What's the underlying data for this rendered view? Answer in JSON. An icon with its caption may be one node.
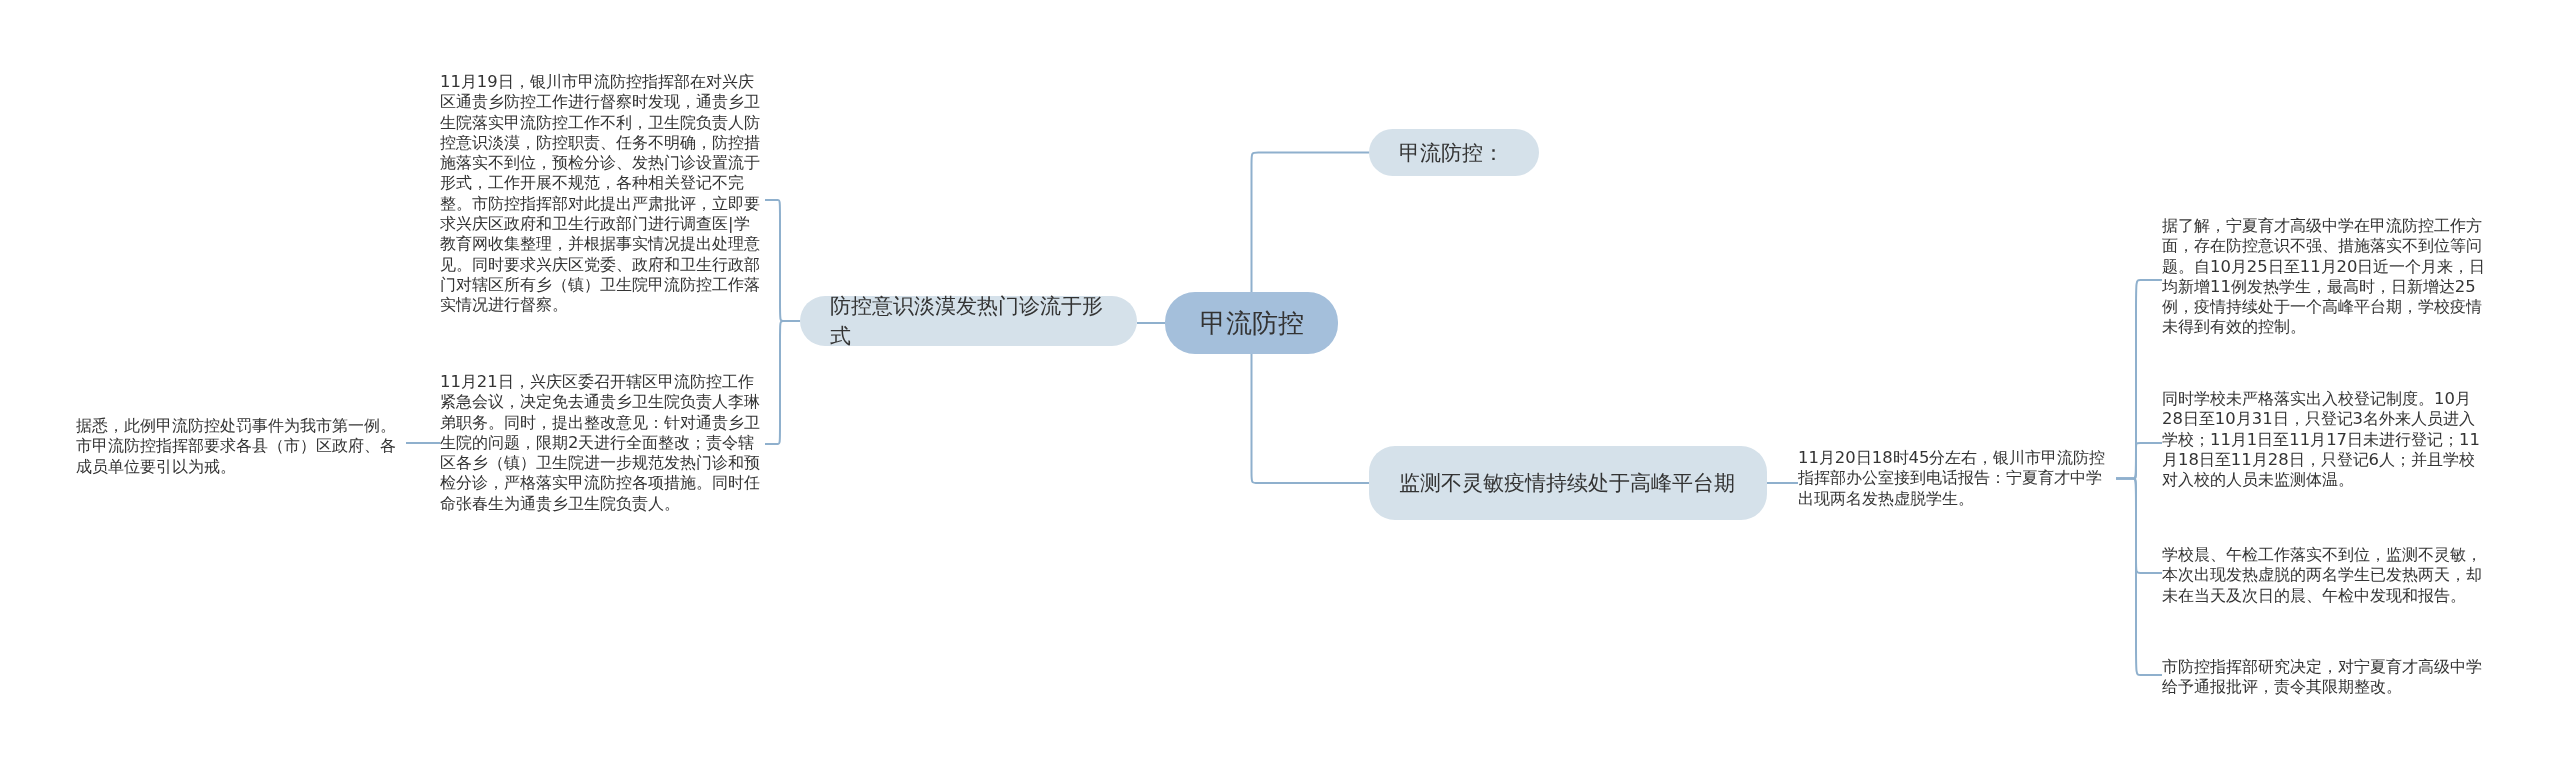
{
  "diagram": {
    "nodes": [
      {
        "text": [
          "甲流防控"
        ]
      },
      {
        "text": [
          "甲流防控："
        ]
      },
      {
        "text": [
          "防控意识淡漠发热门诊流于形式"
        ]
      },
      {
        "text": [
          "11月19日，银川市甲流防控指挥部在对兴庆区通贵乡防控工作进行督察时发现，通贵乡卫生院落实甲流防控工作不利，卫生院负责人防控意识淡漠，防控职责、任务不明确，防控措施落实不到位，预检分诊、发热门诊设置流于形式，工作开展不规范，各种相关登记不完整。市防控指挥部对此提出严肃批评，立即要求兴庆区政府和卫生行政部门进行调查医|学教育网收集整理，并根据事实情况提出处理意见。同时要求兴庆区党委、政府和卫生行政部门对辖区所有乡（镇）卫生院甲流防控工作落实情况进行督察。"
        ]
      },
      {
        "text": [
          "11月21日，兴庆区委召开辖区甲流防控工作紧急会议，决定免去通贵乡卫生院负责人李琳弟职务。同时，提出整改意见：针对通贵乡卫生院的问题，限期2天进行全面整改；责令辖区各乡（镇）卫生院进一步规范发热门诊和预检分诊，严格落实甲流防控各项措施。同时任命张春生为通贵乡卫生院负责人。"
        ]
      },
      {
        "text": [
          "据悉，此例甲流防控处罚事件为我市第一例。市甲流防控指挥部要求各县（市）区政府、各成员单位要引以为戒。"
        ]
      },
      {
        "text": [
          "监测不灵敏疫情持续处于高峰平台期"
        ]
      },
      {
        "text": [
          "11月20日18时45分左右，银川市甲流防控指挥部办公室接到电话报告：宁夏育才中学出现两名发热虚脱学生。"
        ]
      },
      {
        "text": [
          "据了解，宁夏育才高级中学在甲流防控工作方面，存在防控意识不强、措施落实不到位等问题。自10月25日至11月20日近一个月来，日均新增11例发热学生，最高时，日新增达25例，疫情持续处于一个高峰平台期，学校疫情未得到有效的控制。"
        ]
      },
      {
        "text": [
          "同时学校未严格落实出入校登记制度。10月28日至10月31日，只登记3名外来人员进入学校；11月1日至11月17日未进行登记；11月18日至11月28日，只登记6人；并且学校对入校的人员未监测体温。"
        ]
      },
      {
        "text": [
          "学校晨、午检工作落实不到位，监测不灵敏，本次出现发热虚脱的两名学生已发热两天，却未在当天及次日的晨、午检中发现和报告。"
        ]
      },
      {
        "text": [
          "市防控指挥部研究决定，对宁夏育才高级中学给予通报批评，责令其限期整改。"
        ]
      }
    ],
    "edges": [
      {
        "from": 0,
        "to": 1,
        "arrow": "none"
      },
      {
        "from": 0,
        "to": 2,
        "arrow": "none"
      },
      {
        "from": 0,
        "to": 6,
        "arrow": "none"
      },
      {
        "from": 2,
        "to": 3,
        "arrow": "none"
      },
      {
        "from": 2,
        "to": 4,
        "arrow": "none"
      },
      {
        "from": 4,
        "to": 5,
        "arrow": "none"
      },
      {
        "from": 6,
        "to": 7,
        "arrow": "none"
      },
      {
        "from": 7,
        "to": 8,
        "arrow": "none"
      },
      {
        "from": 7,
        "to": 9,
        "arrow": "none"
      },
      {
        "from": 7,
        "to": 10,
        "arrow": "none"
      },
      {
        "from": 7,
        "to": 11,
        "arrow": "none"
      }
    ]
  }
}
